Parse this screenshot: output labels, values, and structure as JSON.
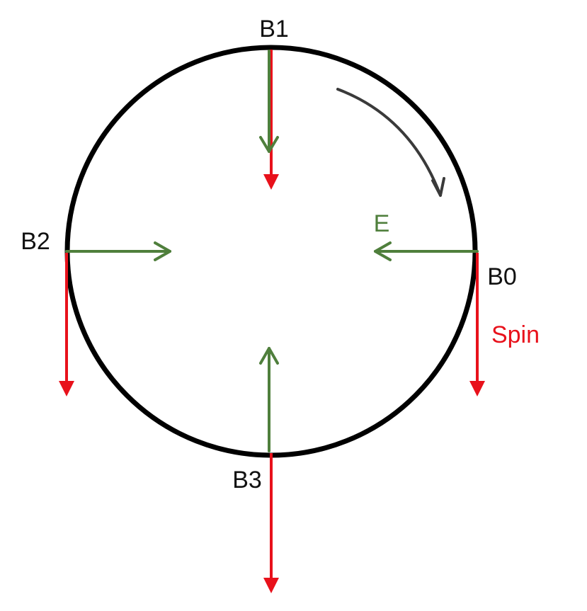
{
  "labels": {
    "b0": "B0",
    "b1": "B1",
    "b2": "B2",
    "b3": "B3",
    "e": "E",
    "spin": "Spin"
  },
  "colors": {
    "ring": "#000000",
    "e_field": "#4f7f3c",
    "spin": "#e8111b",
    "rotation": "#3a3a3a",
    "text": "#111111"
  },
  "icons": {
    "rotation": "clockwise-arrow-icon",
    "arrowhead": "chevron-arrowhead"
  }
}
